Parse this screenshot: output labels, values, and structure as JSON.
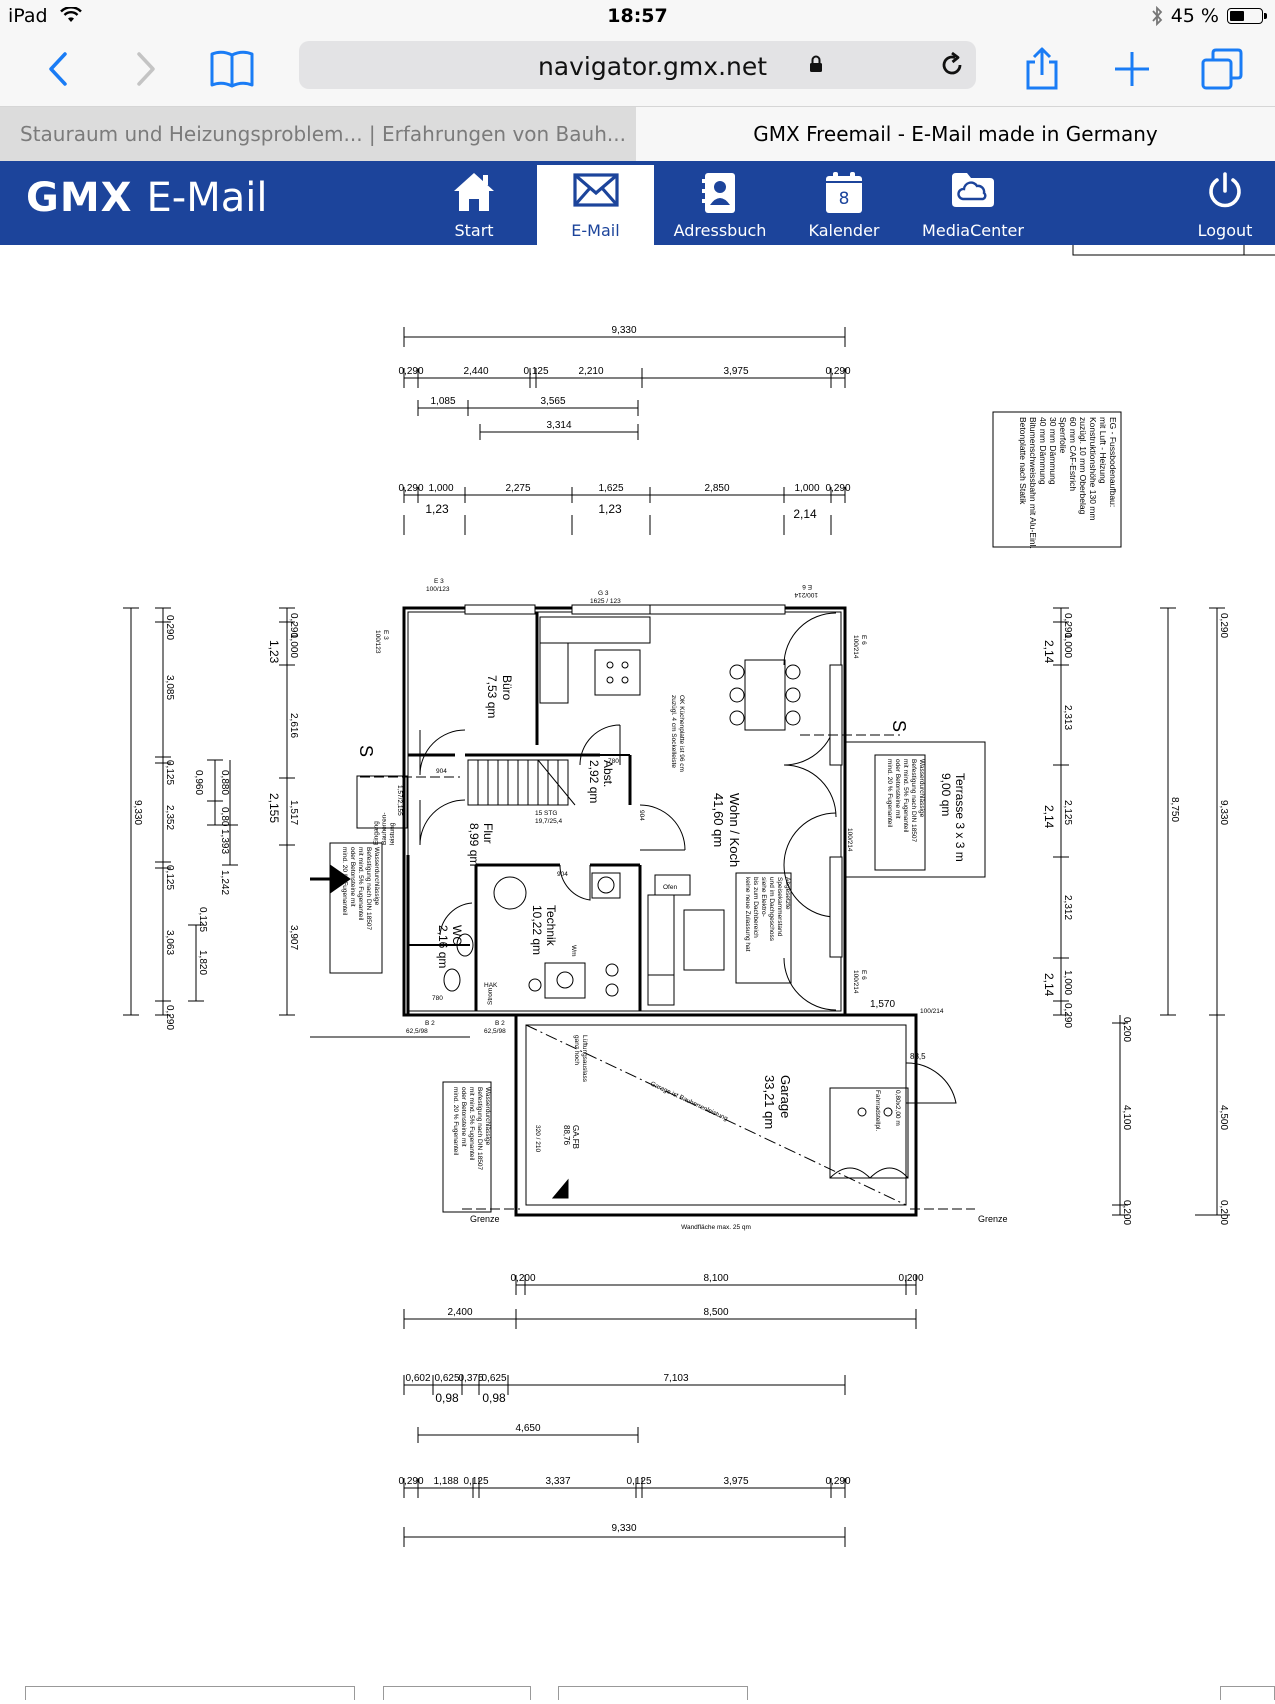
{
  "statusbar": {
    "device": "iPad",
    "time": "18:57",
    "battery": "45 %",
    "battery_level": 0.45
  },
  "browser": {
    "url": "navigator.gmx.net",
    "tabs": [
      {
        "title": "Stauraum und Heizungsproblem... | Erfahrungen von Bauh...",
        "active": false
      },
      {
        "title": "GMX Freemail - E-Mail made in Germany",
        "active": true
      }
    ]
  },
  "gmx": {
    "logo_brand": "GMX",
    "logo_product": "E-Mail",
    "brand_color": "#1c449b",
    "nav": [
      {
        "label": "Start",
        "icon": "home-icon"
      },
      {
        "label": "E-Mail",
        "icon": "envelope-icon",
        "active": true
      },
      {
        "label": "Adressbuch",
        "icon": "address-book-icon"
      },
      {
        "label": "Kalender",
        "icon": "calendar-icon",
        "badge": "8"
      },
      {
        "label": "MediaCenter",
        "icon": "cloud-folder-icon"
      },
      {
        "label": "Logout",
        "icon": "power-icon"
      }
    ]
  },
  "plan": {
    "notes": {
      "floor": [
        "EG - Fussbodenaufbau:",
        "mit Luft - Heizung",
        "Konstruktionshöhe 130 mm",
        "zuzügl. 10 mm Oberbelag",
        "60 mm CAF-Estrich",
        "Sperrfolie",
        "30 mm Dämmung",
        "40 mm Dämmung",
        "Bitumenschweissbahn mit Alu-Einl.",
        "Betonplatte nach Statik"
      ],
      "water1": [
        "Wasserdurchlässige",
        "Befestigung nach DIN 18507",
        "mit mind. 5% Fugenanteil",
        "oder Betonsteine mit",
        "mind. 20 % Fugenanteil"
      ],
      "kitchen": [
        "Abgesetzte",
        "Speisekammerstand",
        "und im Dachgeschoss",
        "siehe Elektro-",
        "bis zum Dachbereich",
        "keine neue Zulassung hat"
      ],
      "kitchen_counter": [
        "OK Küchenplatte ist 96 cm",
        "zuzügl. 4 cm Sockelleiste"
      ],
      "entrance": [
        "Eingang",
        "Bauherren-",
        "leistung"
      ],
      "garage_note": "Garage ist Bauherrenleistung",
      "wall_area": "Wandfläche max. 25 qm",
      "stairs": [
        "15 STG",
        "19,7/25,4"
      ],
      "stairs_dim": "1,57/2,155",
      "vent": [
        "Lüftungsauslass",
        "ganz hoch"
      ]
    },
    "rooms": [
      {
        "name": "Büro",
        "area": "7,53 qm"
      },
      {
        "name": "Abst.",
        "area": "2,92 qm"
      },
      {
        "name": "Wohn / Koch",
        "area": "41,60 qm"
      },
      {
        "name": "Flur",
        "area": "8,99 qm"
      },
      {
        "name": "Technik",
        "area": "10,22 qm"
      },
      {
        "name": "WC",
        "area": "2,16 qm"
      },
      {
        "name": "Garage",
        "area": "33,21 qm"
      },
      {
        "name": "Terrasse 3 x 3 m",
        "area": "9,00 qm"
      }
    ],
    "labels": {
      "grenze": "Grenze",
      "section": "S",
      "gafb": "GA.FB",
      "gafb_val": "88,76",
      "strom": "Strom",
      "ofen": "Ofen",
      "wm": "Wm",
      "hak": "HAK",
      "bike": "Fahrradstellpl.",
      "bike_dim": "0,80x2,00 m",
      "garage_door": "320 / 210"
    },
    "dims": {
      "top_total": "9,330",
      "top_row1": [
        "0,290",
        "2,440",
        "0,125",
        "2,210",
        "3,975",
        "0,290"
      ],
      "top_row2": [
        "1,085",
        "3,565"
      ],
      "top_row3": "3,314",
      "top_row4": [
        "0,290",
        "1,000",
        "2,275",
        "1,625",
        "2,850",
        "1,000",
        "0,290"
      ],
      "top_row4_sub": [
        "1,23",
        "1,23",
        "2,14"
      ],
      "left_total": "9,330",
      "left_row1": [
        "0,290",
        "3,085",
        "0,125",
        "2,352",
        "0,125",
        "3,063",
        "0,290"
      ],
      "left_row2": [
        "0,960",
        "0,880",
        "0,80",
        "1,393",
        "1,242",
        "0,125",
        "1,820"
      ],
      "left_row3": [
        "0,290",
        "1,000",
        "2,616",
        "1,517",
        "3,907"
      ],
      "left_row3_sub": [
        "1,23",
        "2,155"
      ],
      "right_row1": [
        "0,290",
        "1,000",
        "2,313",
        "2,125",
        "2,312",
        "1,000",
        "0,290"
      ],
      "right_row1_sub": [
        "2,14",
        "2,14",
        "2,14"
      ],
      "right_total1": "8,750",
      "right_total2": "9,330",
      "right_garage": [
        "0,200",
        "4,100",
        "0,200"
      ],
      "right_garage_total": "4,500",
      "terrace_dim": "1,570",
      "garage_door_dim": "88,5",
      "bottom_row1": [
        "0,200",
        "8,100",
        "0,200"
      ],
      "bottom_row2": [
        "2,400",
        "8,500"
      ],
      "bottom_row3": [
        "0,602",
        "0,625",
        "0,375",
        "0,625",
        "7,103"
      ],
      "bottom_row3_sub": [
        "0,98",
        "0,98"
      ],
      "bottom_row4": "4,650",
      "bottom_row5": [
        "0,290",
        "1,188",
        "0,125",
        "3,337",
        "0,125",
        "3,975",
        "0,290"
      ],
      "bottom_total": "9,330",
      "windows": [
        "E 3",
        "100/123",
        "G 3",
        "1625 / 123",
        "E 6",
        "100/214",
        "E 6",
        "100/214",
        "E 6",
        "100/214",
        "E 3",
        "100/123",
        "B 2",
        "62,5/98",
        "B 2",
        "62,5/98"
      ],
      "doors": [
        "904",
        "780",
        "904",
        "904",
        "780"
      ]
    }
  }
}
